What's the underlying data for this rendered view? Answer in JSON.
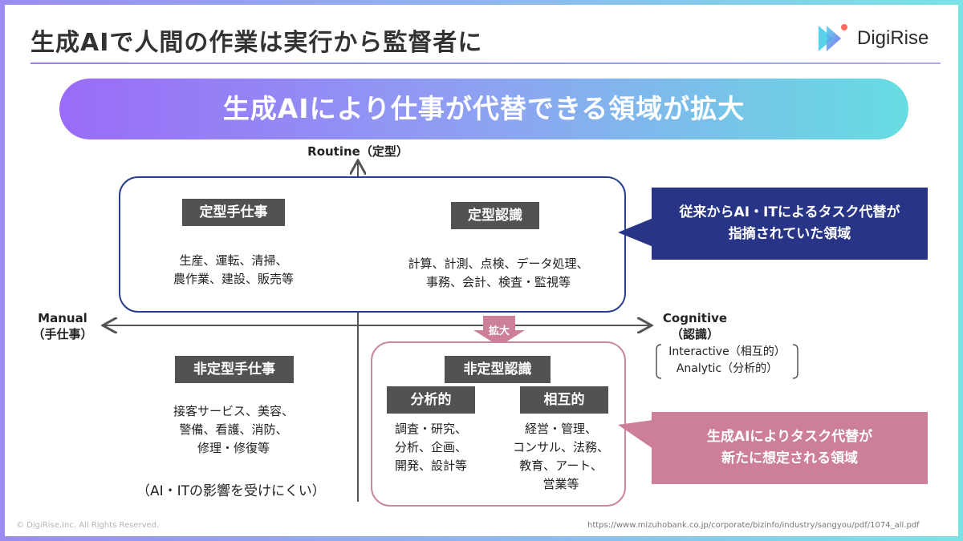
{
  "header": {
    "title": "生成AIで人間の作業は実行から監督者に",
    "logo_text": "DigiRise"
  },
  "banner": {
    "text": "生成AIにより仕事が代替できる領域が拡大"
  },
  "axes": {
    "top": "Routine（定型）",
    "left_en": "Manual",
    "left_ja": "（手仕事）",
    "right_en": "Cognitive",
    "right_ja": "（認識）"
  },
  "quadrants": {
    "routine_manual": {
      "label": "定型手仕事",
      "lines": [
        "生産、運転、清掃、",
        "農作業、建設、販売等"
      ]
    },
    "routine_cognitive": {
      "label": "定型認識",
      "lines": [
        "計算、計測、点検、データ処理、",
        "事務、会計、検査・監視等"
      ]
    },
    "nonroutine_manual": {
      "label": "非定型手仕事",
      "lines": [
        "接客サービス、美容、",
        "警備、看護、消防、",
        "修理・修復等"
      ],
      "note": "（AI・ITの影響を受けにくい）"
    },
    "nonroutine_cognitive": {
      "label": "非定型認識",
      "analytic": {
        "label": "分析的",
        "lines": [
          "調査・研究、",
          "分析、企画、",
          "開発、設計等"
        ]
      },
      "interactive": {
        "label": "相互的",
        "lines": [
          "経営・管理、",
          "コンサル、法務、",
          "教育、アート、",
          "営業等"
        ]
      }
    }
  },
  "expand_arrow": {
    "label": "拡大"
  },
  "side_note": {
    "lines": [
      "Interactive（相互的）",
      "Analytic（分析的）"
    ]
  },
  "callouts": {
    "existing": [
      "従来からAI・ITによるタスク代替が",
      "指摘されていた領域"
    ],
    "new": [
      "生成AIによりタスク代替が",
      "新たに想定される領域"
    ]
  },
  "footer": {
    "copyright": "© DigiRise,Inc. All Rights Reserved.",
    "source": "https://www.mizuhobank.co.jp/corporate/bizinfo/industry/sangyou/pdf/1074_all.pdf"
  },
  "colors": {
    "navy": "#283586",
    "pink": "#cc7f96",
    "tag_gray": "#525252"
  }
}
